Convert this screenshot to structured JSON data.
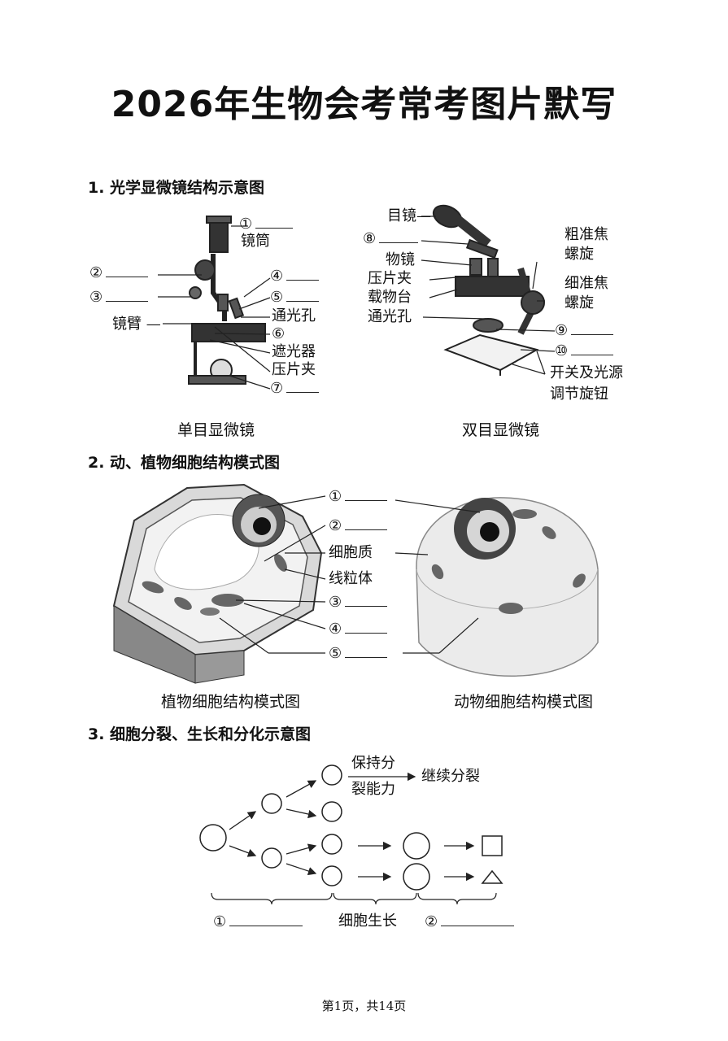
{
  "title": "2026年生物会考常考图片默写",
  "sections": [
    {
      "heading": "1. 光学显微镜结构示意图",
      "single": {
        "caption": "单目显微镜",
        "labels": {
          "n1": "①",
          "tube": "镜筒",
          "n2": "②",
          "n3": "③",
          "n4": "④",
          "n5": "⑤",
          "arm": "镜臂",
          "aperture": "通光孔",
          "n6": "⑥",
          "diaphragm": "遮光器",
          "clip": "压片夹",
          "n7": "⑦"
        }
      },
      "binocular": {
        "caption": "双目显微镜",
        "labels": {
          "eyepiece": "目镜",
          "n8": "⑧",
          "objective": "物镜",
          "clip": "压片夹",
          "stage": "载物台",
          "aperture": "通光孔",
          "coarse1": "粗准焦",
          "coarse2": "螺旋",
          "fine1": "细准焦",
          "fine2": "螺旋",
          "n9": "⑨",
          "n10": "⑩",
          "switch1": "开关及光源",
          "switch2": "调节旋钮"
        }
      }
    },
    {
      "heading": "2. 动、植物细胞结构模式图",
      "labels": {
        "n1": "①",
        "n2": "②",
        "cytoplasm": "细胞质",
        "mito": "线粒体",
        "n3": "③",
        "n4": "④",
        "n5": "⑤"
      },
      "plant_caption": "植物细胞结构模式图",
      "animal_caption": "动物细胞结构模式图"
    },
    {
      "heading": "3. 细胞分裂、生长和分化示意图",
      "keep1": "保持分",
      "keep2": "裂能力",
      "continue": "继续分裂",
      "n1": "①",
      "growth": "细胞生长",
      "n2": "②"
    }
  ],
  "footer": "第1页，共14页"
}
